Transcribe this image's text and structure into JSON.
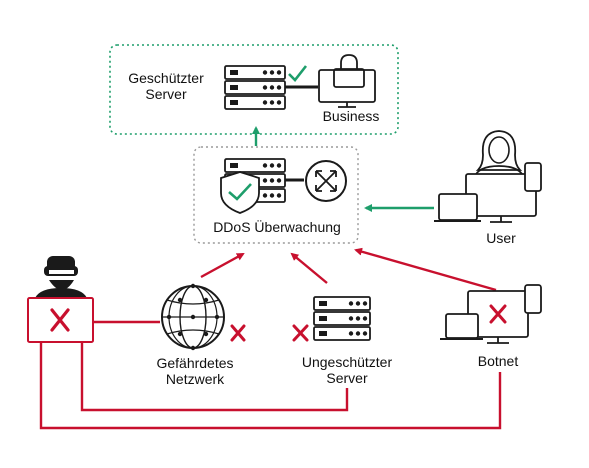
{
  "colors": {
    "red": "#c8102e",
    "green": "#1e9e6b",
    "dark": "#1a1a1a"
  },
  "nodes": {
    "protected_server": {
      "line1": "Geschützter",
      "line2": "Server"
    },
    "business": {
      "label": "Business"
    },
    "ddos": {
      "label": "DDoS Überwachung"
    },
    "user": {
      "label": "User"
    },
    "network": {
      "line1": "Gefährdetes",
      "line2": "Netzwerk"
    },
    "unprotected_server": {
      "line1": "Ungeschützter",
      "line2": "Server"
    },
    "botnet": {
      "label": "Botnet"
    }
  },
  "icons": {
    "server": "server-rack-icon",
    "check": "checkmark-icon",
    "shield": "shield-check-icon",
    "router": "router-icon",
    "lock": "padlock-icon",
    "globe": "network-globe-icon",
    "attacker": "hacker-icon",
    "cross": "x-icon"
  }
}
